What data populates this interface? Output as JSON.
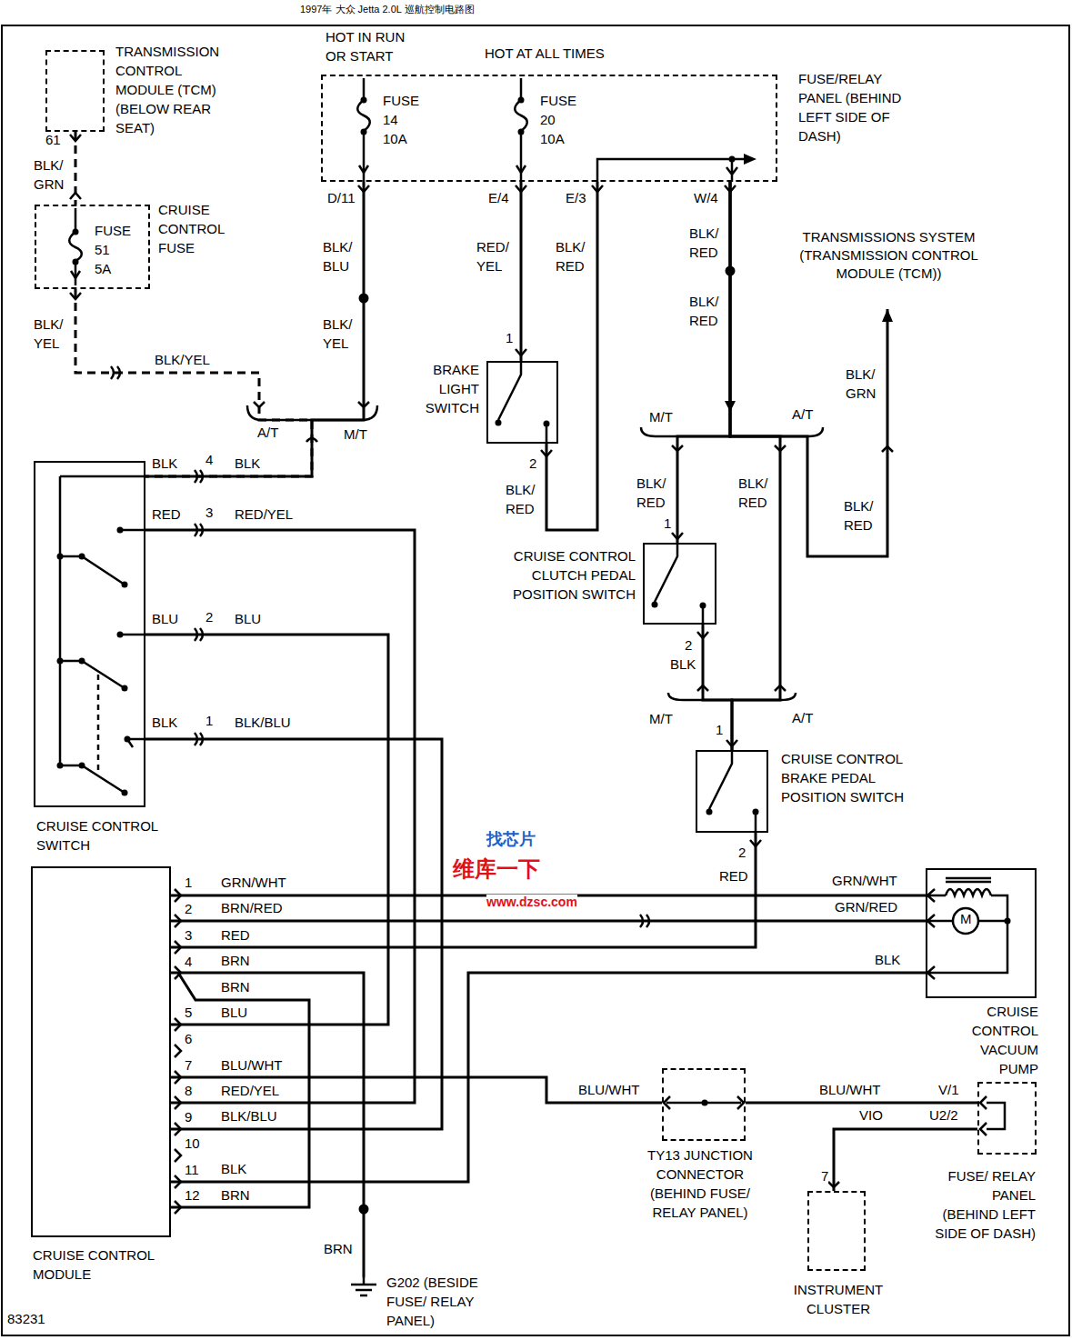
{
  "diagram": {
    "title": "1997年 大众 Jetta 2.0L 巡航控制电路图",
    "nodes": [
      {
        "text": [
          "TRANSMISSION CONTROL MODULE (TCM) (BELOW REAR SEAT)"
        ]
      },
      {
        "text": [
          "FUSE/RELAY PANEL (BEHIND LEFT SIDE OF DASH)",
          "FUSE 14 10A",
          "FUSE 20 10A"
        ]
      },
      {
        "text": [
          "CRUISE CONTROL FUSE",
          "FUSE 51 5A"
        ]
      },
      {
        "text": [
          "TRANSMISSIONS SYSTEM (TRANSMISSION CONTROL MODULE (TCM))"
        ]
      },
      {
        "text": [
          "BRAKE LIGHT SWITCH"
        ]
      },
      {
        "text": [
          "CRUISE CONTROL SWITCH"
        ]
      },
      {
        "text": [
          "CRUISE CONTROL CLUTCH PEDAL POSITION SWITCH"
        ]
      },
      {
        "text": [
          "CRUISE CONTROL BRAKE PEDAL POSITION SWITCH"
        ]
      },
      {
        "text": [
          "CRUISE CONTROL MODULE"
        ]
      },
      {
        "text": [
          "CRUISE CONTROL VACUUM PUMP"
        ]
      },
      {
        "text": [
          "TY13 JUNCTION CONNECTOR (BEHIND FUSE/ RELAY PANEL)"
        ]
      },
      {
        "text": [
          "FUSE/ RELAY PANEL (BEHIND LEFT SIDE OF DASH)"
        ]
      },
      {
        "text": [
          "INSTRUMENT CLUSTER"
        ]
      },
      {
        "text": [
          "G202 (BESIDE FUSE/ RELAY PANEL)"
        ]
      }
    ],
    "edges": [
      {
        "from": 0,
        "to": 2,
        "label": "BLK/ GRN",
        "arrow": "none"
      },
      {
        "from": 2,
        "to": 5,
        "label": "BLK/YEL",
        "arrow": "none"
      },
      {
        "from": 1,
        "to": 5,
        "label": "BLK/ BLU",
        "arrow": "none"
      },
      {
        "from": 1,
        "to": 4,
        "label": "RED/ YEL",
        "arrow": "none"
      },
      {
        "from": 4,
        "to": 1,
        "label": "BLK/ RED",
        "arrow": "none"
      },
      {
        "from": 1,
        "to": 6,
        "label": "BLK/ RED",
        "arrow": "none"
      },
      {
        "from": 1,
        "to": 7,
        "label": "BLK/ RED",
        "arrow": "none"
      },
      {
        "from": 1,
        "to": 3,
        "label": "BLK/ RED",
        "arrow": "to"
      },
      {
        "from": 6,
        "to": 7,
        "label": "BLK",
        "arrow": "none"
      },
      {
        "from": 7,
        "to": 8,
        "label": "RED",
        "arrow": "none"
      },
      {
        "from": 5,
        "to": 8,
        "label": "RED/YEL",
        "arrow": "none"
      },
      {
        "from": 5,
        "to": 8,
        "label": "BLU",
        "arrow": "none"
      },
      {
        "from": 5,
        "to": 8,
        "label": "BLK/BLU",
        "arrow": "none"
      },
      {
        "from": 8,
        "to": 9,
        "label": "GRN/WHT",
        "arrow": "none"
      },
      {
        "from": 8,
        "to": 9,
        "label": "BRN/RED",
        "arrow": "none"
      },
      {
        "from": 8,
        "to": 9,
        "label": "BLK",
        "arrow": "none"
      },
      {
        "from": 8,
        "to": 13,
        "label": "BRN",
        "arrow": "none"
      },
      {
        "from": 8,
        "to": 10,
        "label": "BLU/WHT",
        "arrow": "none"
      },
      {
        "from": 10,
        "to": 11,
        "label": "BLU/WHT",
        "arrow": "none"
      },
      {
        "from": 11,
        "to": 12,
        "label": "VIO",
        "arrow": "none"
      }
    ],
    "labels": [
      "HOT IN RUN OR START",
      "HOT AT ALL TIMES",
      "61",
      "BLK/ YEL",
      "D/11",
      "BLK/ YEL",
      "A/T",
      "M/T",
      "E/4",
      "E/3",
      "W/4",
      "BLK/ RED",
      "BLK/ RED",
      "BLK/ RED",
      "1",
      "2",
      "M/T",
      "A/T",
      "BLK/ GRN",
      "BLK",
      "4",
      "BLK",
      "RED",
      "3",
      "BLU",
      "2",
      "BLK",
      "1",
      "1",
      "2",
      "M/T",
      "A/T",
      "1",
      "2",
      "1",
      "2",
      "3",
      "RED",
      "4",
      "BRN",
      "BRN",
      "5",
      "BLU",
      "6",
      "7",
      "BLU/WHT",
      "8",
      "RED/YEL",
      "9",
      "BLK/BLU",
      "10",
      "11",
      "BLK",
      "12",
      "BRN",
      "GRN/WHT",
      "GRN/RED",
      "M",
      "V/1",
      "U2/2",
      "7",
      "83231",
      "找芯片",
      "维库一下",
      "www.dzsc.com"
    ]
  }
}
